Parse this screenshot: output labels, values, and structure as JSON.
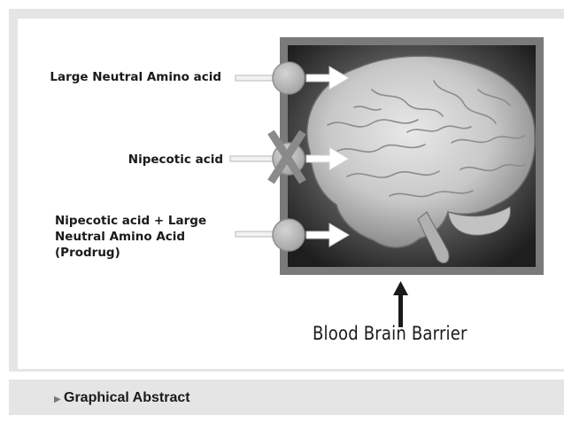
{
  "labels": {
    "lnaa": "Large Neutral Amino acid",
    "nipecotic": "Nipecotic acid",
    "prodrug_line1": "Nipecotic acid + Large",
    "prodrug_line2": "Neutral Amino Acid",
    "prodrug_line3": "(Prodrug)",
    "barrier": "Blood Brain Barrier",
    "blocked_mark": "X"
  },
  "caption": {
    "arrow_icon": "triangle-right-icon",
    "text": "Graphical Abstract"
  },
  "colors": {
    "frame": "#7a7a7a",
    "panel": "#e5e5e5",
    "circle": "#b5b5b5",
    "cross": "#8a8a8a"
  }
}
